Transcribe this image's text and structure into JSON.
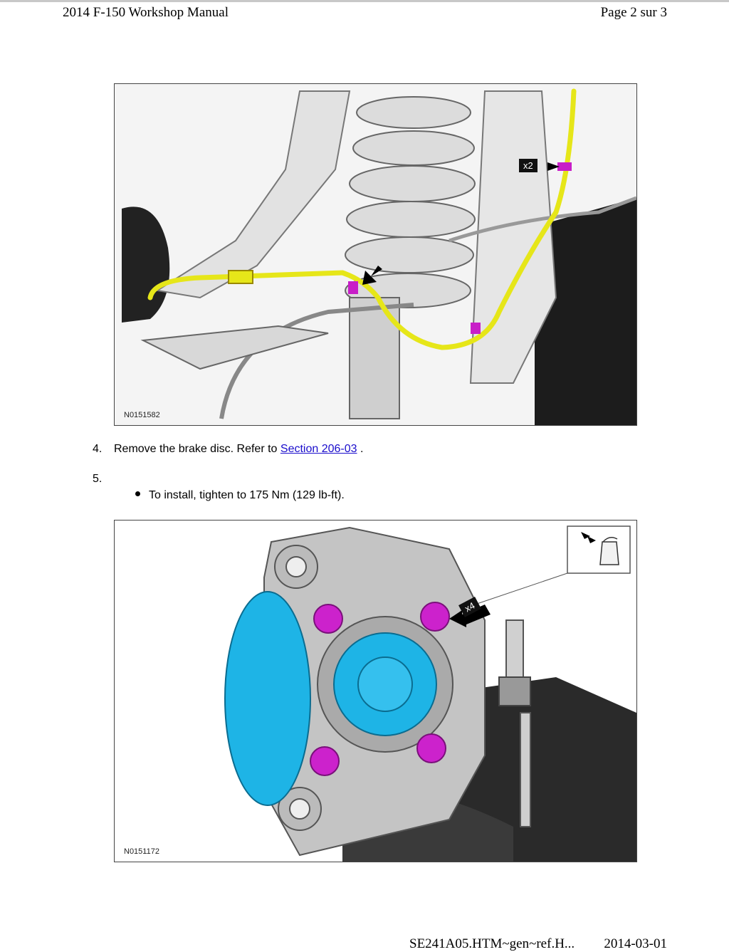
{
  "header": {
    "title": "2014 F-150 Workshop Manual",
    "page": "Page 2 sur 3"
  },
  "figures": [
    {
      "id": "N0151582",
      "callout": "x2"
    },
    {
      "id": "N0151172",
      "callout": "x4"
    }
  ],
  "steps": [
    {
      "number": "4.",
      "text_before": "Remove the brake disc. Refer to",
      "link": "Section 206-03",
      "text_after": "."
    },
    {
      "number": "5.",
      "bullets": [
        "To install, tighten to 175 Nm (129 lb-ft)."
      ]
    }
  ],
  "footer": {
    "file": "SE241A05.HTM~gen~ref.H...",
    "date": "2014-03-01"
  },
  "colors": {
    "harness": "#e6e619",
    "clip": "#c81ec8",
    "hub": "#1eb4e6",
    "bolts": "#cc22cc"
  }
}
